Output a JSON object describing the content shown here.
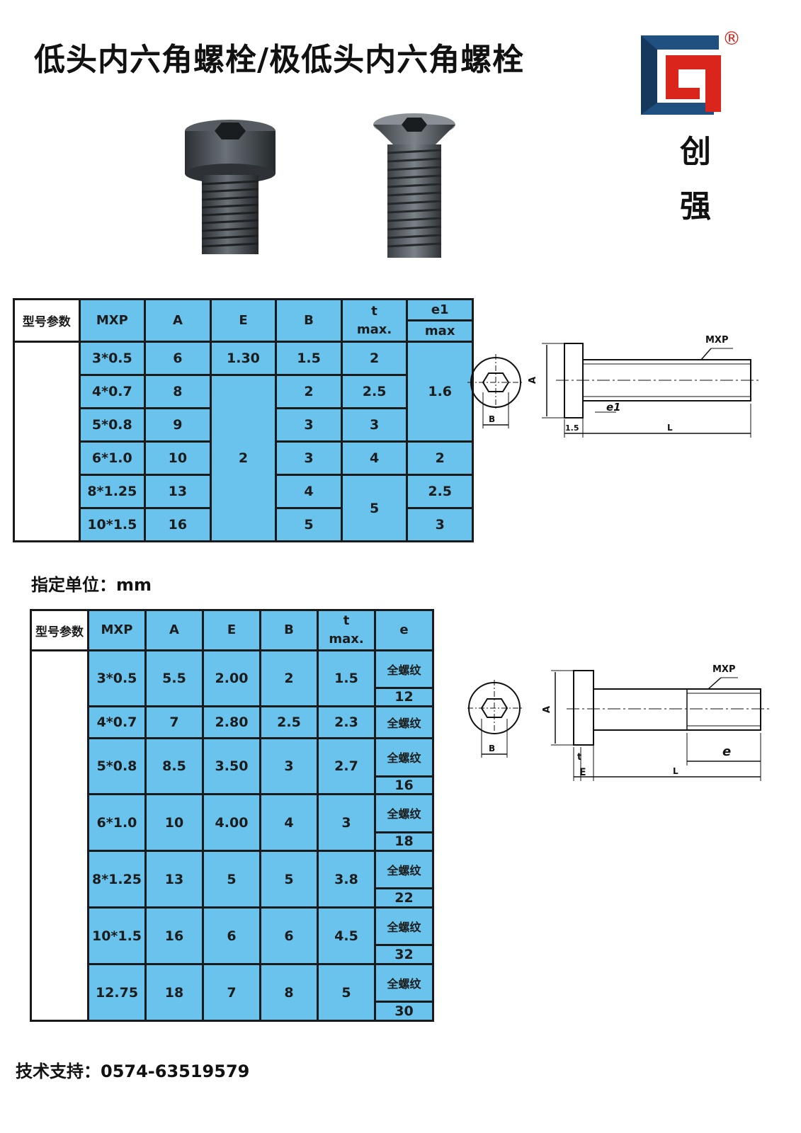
{
  "page_title": "低头内六角螺栓/极低头内六角螺栓",
  "brand": {
    "name_line1": "创",
    "name_line2": "强",
    "registered_mark": "®"
  },
  "colors": {
    "table_fill": "#6ac3ec",
    "logo_blue": "#20507f",
    "logo_red": "#d9251b"
  },
  "table1": {
    "corner_label": "型号参数",
    "headers": [
      "MXP",
      "A",
      "E",
      "B"
    ],
    "t_label": "t",
    "t_sub": "max.",
    "e1_label": "e1",
    "e1_sub": "max",
    "mxp": [
      "3*0.5",
      "4*0.7",
      "5*0.8",
      "6*1.0",
      "8*1.25",
      "10*1.5"
    ],
    "a": [
      "6",
      "8",
      "9",
      "10",
      "13",
      "16"
    ],
    "e": [
      "1.30",
      "2"
    ],
    "b": [
      "1.5",
      "2",
      "3",
      "3",
      "4",
      "5"
    ],
    "t": [
      "2",
      "2.5",
      "3",
      "4",
      "5"
    ],
    "e1": [
      "1.6",
      "2",
      "2.5",
      "3"
    ]
  },
  "unit_label": "指定单位：mm",
  "table2": {
    "corner_label": "型号参数",
    "headers": [
      "MXP",
      "A",
      "E",
      "B"
    ],
    "t_label": "t",
    "t_sub": "max.",
    "e_label": "e",
    "full_thread": "全螺纹",
    "rows": [
      {
        "mxp": "3*0.5",
        "a": "5.5",
        "e": "2.00",
        "b": "2",
        "t": "1.5",
        "e_val": "12"
      },
      {
        "mxp": "4*0.7",
        "a": "7",
        "e": "2.80",
        "b": "2.5",
        "t": "2.3",
        "e_val": ""
      },
      {
        "mxp": "5*0.8",
        "a": "8.5",
        "e": "3.50",
        "b": "3",
        "t": "2.7",
        "e_val": "16"
      },
      {
        "mxp": "6*1.0",
        "a": "10",
        "e": "4.00",
        "b": "4",
        "t": "3",
        "e_val": "18"
      },
      {
        "mxp": "8*1.25",
        "a": "13",
        "e": "5",
        "b": "5",
        "t": "3.8",
        "e_val": "22"
      },
      {
        "mxp": "10*1.5",
        "a": "16",
        "e": "6",
        "b": "6",
        "t": "4.5",
        "e_val": "32"
      },
      {
        "mxp": "12.75",
        "a": "18",
        "e": "7",
        "b": "8",
        "t": "5",
        "e_val": "30"
      }
    ]
  },
  "diagram1": {
    "mxp": "MXP",
    "a": "A",
    "b": "B",
    "e1": "e1",
    "dim15": "1.5",
    "l": "L"
  },
  "diagram2": {
    "mxp": "MXP",
    "a": "A",
    "b": "B",
    "t": "t",
    "e": "E",
    "e_small": "e",
    "l": "L"
  },
  "support": "技术支持：0574-63519579"
}
